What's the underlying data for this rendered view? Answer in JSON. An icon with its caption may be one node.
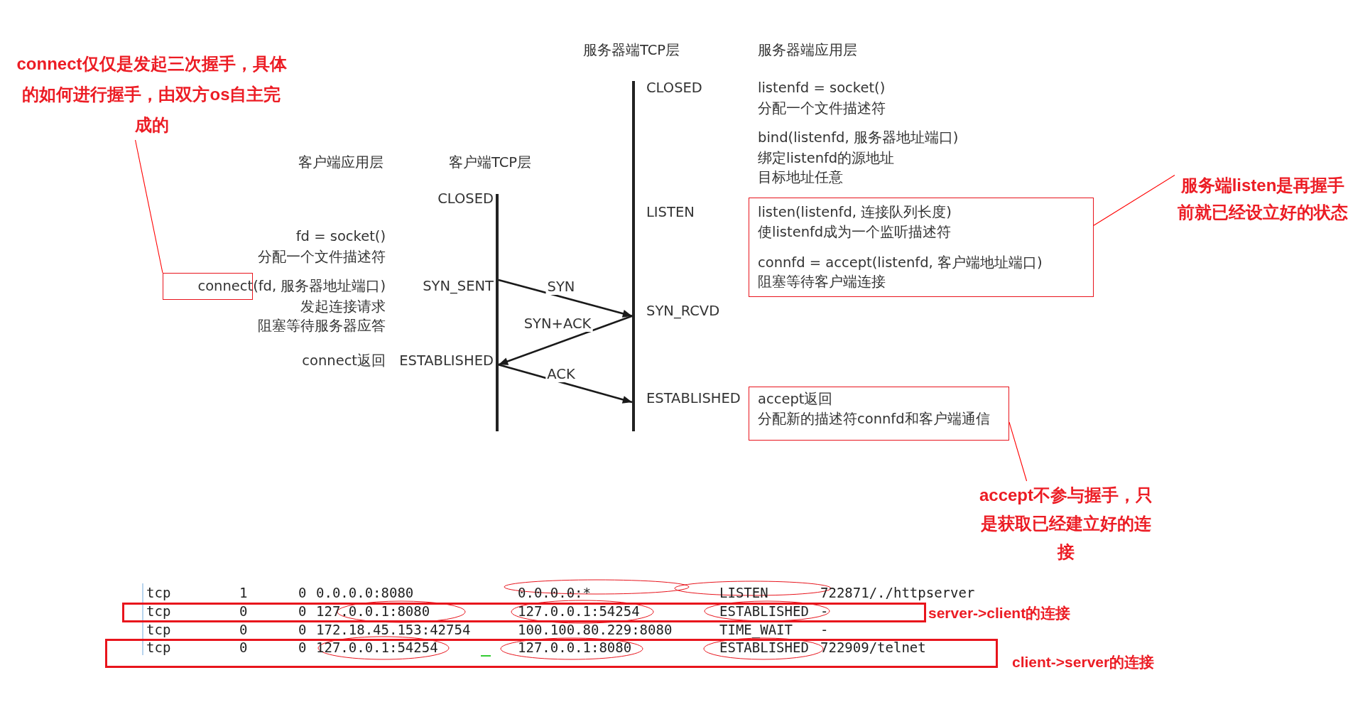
{
  "diagram": {
    "nodes": [
      {
        "text": [
          "connect仅仅是发起三次握手，具体的如何进行握手，由双方os自主完成的"
        ]
      },
      {
        "text": [],
        "shape": "box"
      },
      {
        "text": [],
        "shape": "bar",
        "beside": [
          "客户端TCP层",
          "CLOSED",
          "SYN_SENT",
          "ESTABLISHED"
        ]
      },
      {
        "text": [],
        "shape": "bar",
        "beside": [
          "服务器端TCP层",
          "CLOSED",
          "LISTEN",
          "SYN_RCVD",
          "ESTABLISHED"
        ]
      },
      {
        "text": [
          "listen(listenfd, 连接队列长度)",
          "使listenfd成为一个监听描述符",
          "connfd = accept(listenfd, 客户端地址端口)",
          "阻塞等待客户端连接"
        ]
      },
      {
        "text": [
          "服务端listen是再握手前就已经设立好的状态"
        ]
      },
      {
        "text": [
          "accept返回",
          "分配新的描述符connfd和客户端通信"
        ]
      },
      {
        "text": [
          "accept不参与握手，只是获取已经建立好的连接"
        ]
      },
      {
        "text": [],
        "shape": "box",
        "beside": [
          "server->client的连接"
        ]
      },
      {
        "text": [],
        "shape": "box",
        "beside": [
          "client->server的连接"
        ]
      }
    ],
    "edges": [
      {
        "from": 2,
        "to": 3,
        "arrow": "to",
        "label": "SYN"
      },
      {
        "from": 3,
        "to": 2,
        "arrow": "to",
        "label": "SYN+ACK"
      },
      {
        "from": 2,
        "to": 3,
        "arrow": "to",
        "label": "ACK"
      },
      {
        "from": 0,
        "to": 1,
        "arrow": "none",
        "color": "#ff0000"
      },
      {
        "from": 5,
        "to": 4,
        "arrow": "none",
        "color": "#ff0000"
      },
      {
        "from": 7,
        "to": 6,
        "arrow": "none",
        "color": "#ff0000"
      }
    ],
    "labels": [
      "服务器端应用层",
      "listenfd = socket()",
      "分配一个文件描述符",
      "bind(listenfd, 服务器地址端口)",
      "绑定listenfd的源地址",
      "目标地址任意",
      "客户端应用层",
      "fd = socket()",
      "分配一个文件描述符",
      "connect(fd, 服务器地址端口)",
      "发起连接请求",
      "阻塞等待服务器应答",
      "connect返回",
      "tcp",
      "1",
      "0",
      "0.0.0.0:8080",
      "0.0.0.0:*",
      "LISTEN",
      "722871/./httpserver",
      "tcp",
      "0",
      "0",
      "127.0.0.1:8080",
      "127.0.0.1:54254",
      "ESTABLISHED",
      "-",
      "tcp",
      "0",
      "0",
      "172.18.45.153:42754",
      "100.100.80.229:8080",
      "TIME_WAIT",
      "-",
      "tcp",
      "0",
      "0",
      "127.0.0.1:54254",
      "127.0.0.1:8080",
      "ESTABLISHED",
      "722909/telnet"
    ]
  }
}
